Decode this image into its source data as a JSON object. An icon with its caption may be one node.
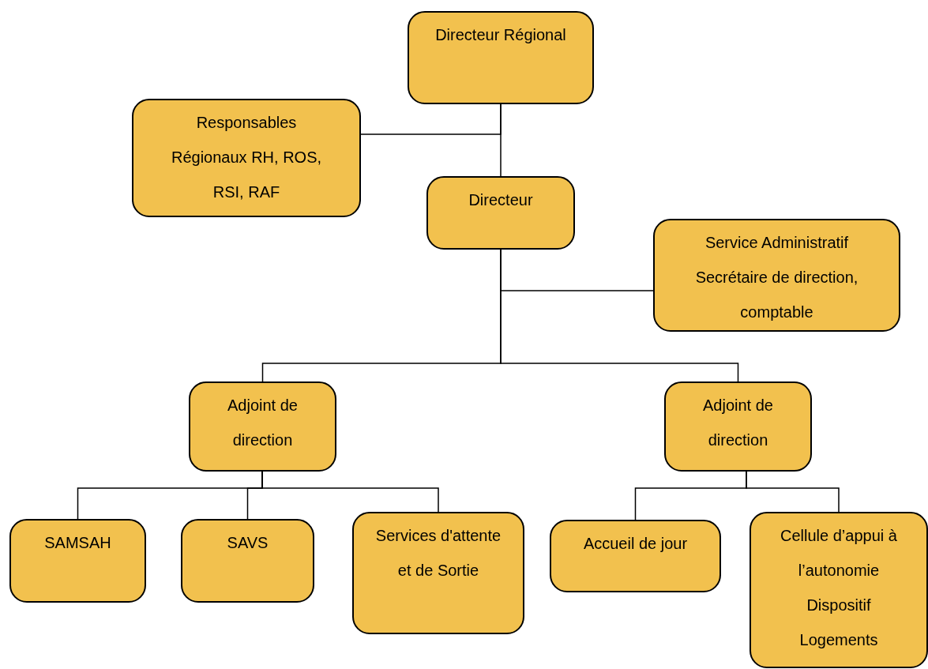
{
  "diagram": {
    "nodes": [
      {
        "text": [
          "Directeur Régional"
        ]
      },
      {
        "text": [
          "Responsables Régionaux RH, ROS, RSI, RAF"
        ]
      },
      {
        "text": [
          "Directeur"
        ]
      },
      {
        "text": [
          "Service Administratif",
          "Secrétaire de direction, comptable"
        ]
      },
      {
        "text": [
          "Adjoint de direction"
        ]
      },
      {
        "text": [
          "Adjoint de direction"
        ]
      },
      {
        "text": [
          "SAMSAH"
        ]
      },
      {
        "text": [
          "SAVS"
        ]
      },
      {
        "text": [
          "Services d'attente et de Sortie"
        ]
      },
      {
        "text": [
          "Accueil de jour"
        ]
      },
      {
        "text": [
          "Cellule d’appui à l’autonomie",
          "Dispositif Logements"
        ]
      }
    ],
    "edges": [
      {
        "from": 0,
        "to": 2,
        "arrow": "none"
      },
      {
        "from": 0,
        "to": 1,
        "arrow": "none"
      },
      {
        "from": 2,
        "to": 3,
        "arrow": "none"
      },
      {
        "from": 2,
        "to": 4,
        "arrow": "none"
      },
      {
        "from": 2,
        "to": 5,
        "arrow": "none"
      },
      {
        "from": 4,
        "to": 6,
        "arrow": "none"
      },
      {
        "from": 4,
        "to": 7,
        "arrow": "none"
      },
      {
        "from": 4,
        "to": 8,
        "arrow": "none"
      },
      {
        "from": 5,
        "to": 9,
        "arrow": "none"
      },
      {
        "from": 5,
        "to": 10,
        "arrow": "none"
      }
    ]
  }
}
